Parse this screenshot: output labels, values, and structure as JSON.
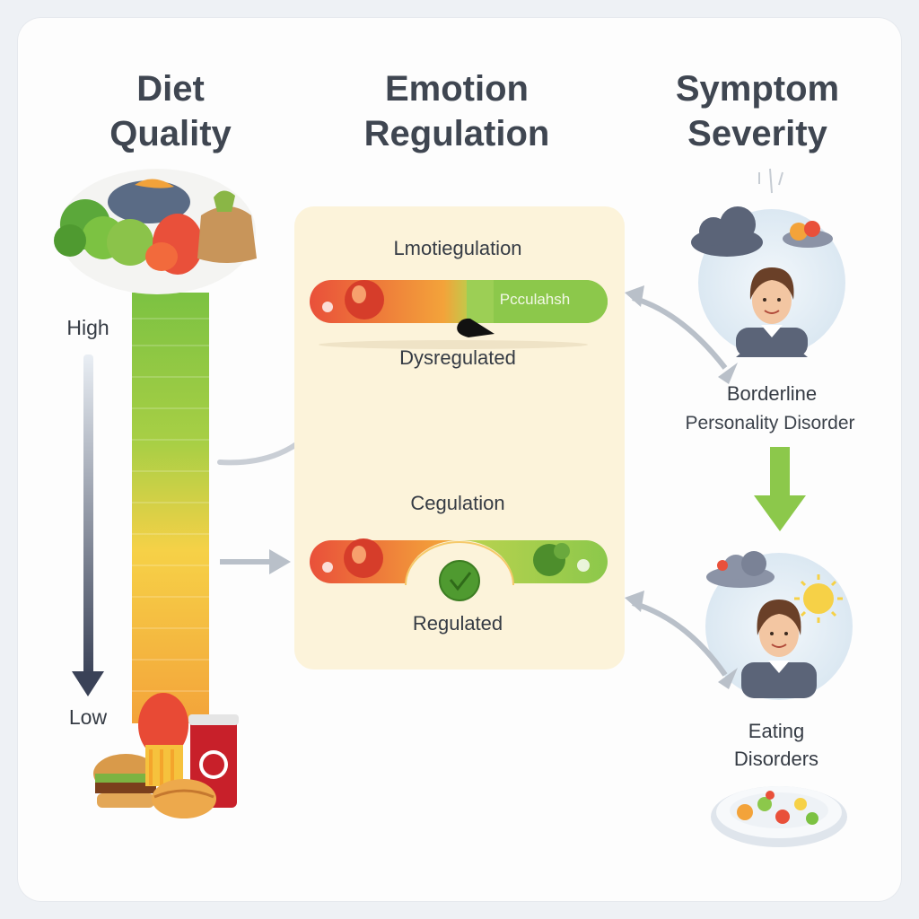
{
  "headings": {
    "diet_quality": "Diet\nQuality",
    "emotion_regulation": "Emotion\nRegulation",
    "symptom_severity": "Symptom\nSeverity"
  },
  "scale": {
    "high_label": "High",
    "low_label": "Low"
  },
  "emotion_panel": {
    "top_bar_title": "Lmotiegulation",
    "top_bar_inner_text": "Pcculahsh",
    "top_state": "Dysregulated",
    "bottom_bar_title": "Cegulation",
    "bottom_state": "Regulated"
  },
  "outcomes": {
    "bpd_line1": "Borderline",
    "bpd_line2": "Personality Disorder",
    "ed_line1": "Eating",
    "ed_line2": "Disorders"
  },
  "colors": {
    "bar_green": "#7cc242",
    "bar_yellow": "#f6d147",
    "bar_orange": "#f3a33a",
    "gauge_red": "#e9503a",
    "gauge_green": "#8cc84b",
    "panel_bg": "#fcf3da",
    "arrow_gray": "#b9c0c9",
    "arrow_green": "#8cc84b",
    "scale_arrow": "#3a4257"
  },
  "icons": [
    "healthy-food-icon",
    "fast-food-icon",
    "storm-cloud-icon",
    "sun-icon",
    "person-icon",
    "food-plate-icon",
    "needle-icon",
    "check-icon"
  ]
}
